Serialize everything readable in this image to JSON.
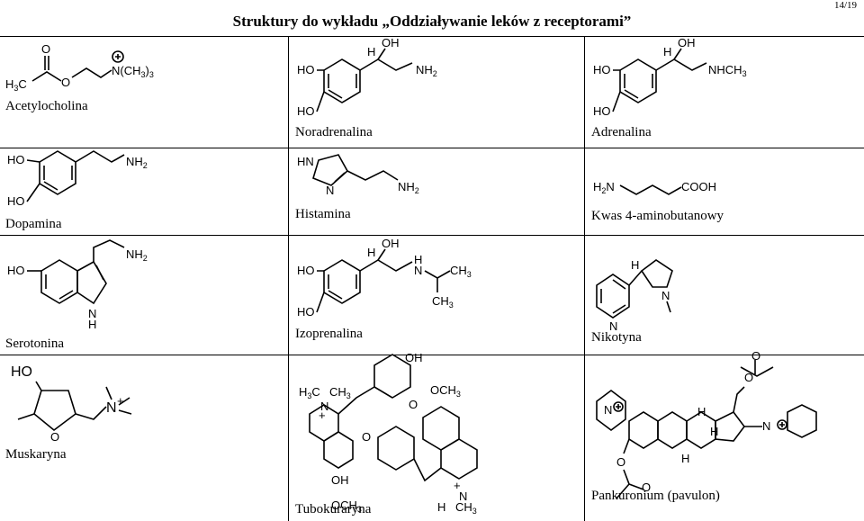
{
  "page": {
    "title": "Struktury do wykładu „Oddziaływanie leków z receptorami”",
    "number": "14/19"
  },
  "compounds": {
    "acetylcholine": {
      "name": "Acetylocholina"
    },
    "noradrenaline": {
      "name": "Noradrenalina"
    },
    "adrenaline": {
      "name": "Adrenalina"
    },
    "dopamine": {
      "name": "Dopamina"
    },
    "histamine": {
      "name": "Histamina"
    },
    "gaba": {
      "name": "Kwas 4-aminobutanowy"
    },
    "serotonin": {
      "name": "Serotonina"
    },
    "isoprenaline": {
      "name": "Izoprenalina"
    },
    "nicotine": {
      "name": "Nikotyna"
    },
    "muscarine": {
      "name": "Muskaryna"
    },
    "tubocurarine": {
      "name": "Tubokuraryna"
    },
    "pancuronium": {
      "name": "Pankuronium (pavulon)"
    }
  },
  "atom_labels": {
    "ho": "HO",
    "oh": "OH",
    "h": "H",
    "n": "N",
    "o": "O",
    "nh2": "NH",
    "nh": "NH",
    "hn": "HN",
    "ch3": "CH",
    "och3": "OCH",
    "cooh": "COOH",
    "h2n": "H",
    "n_ch3_3": "N(CH",
    "h3c": "H",
    "plus": "+",
    "sub2": "2",
    "sub3": "3"
  }
}
